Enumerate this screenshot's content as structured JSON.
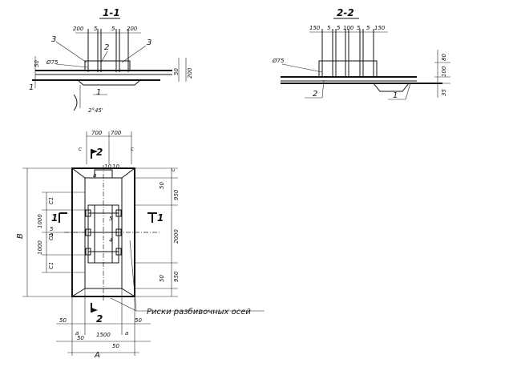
{
  "section_1": {
    "title": "1-1",
    "dims_top": [
      "200",
      "5",
      "5",
      "200"
    ],
    "callouts": [
      "3",
      "3",
      "2",
      "1"
    ],
    "diameter": "Ø75",
    "left_dim": "50",
    "left_mark": "1",
    "right_dims": [
      "50",
      "200"
    ],
    "slope": "2°45'"
  },
  "section_2": {
    "title": "2-2",
    "dims_top": [
      "150",
      "5",
      "5",
      "100",
      "5",
      "5",
      "150"
    ],
    "diameter": "Ø75",
    "right_dims": [
      "80",
      "100",
      "35"
    ],
    "callouts": [
      "2",
      "1"
    ]
  },
  "plan": {
    "top_dims": [
      "700",
      "700"
    ],
    "top_marks": [
      "c",
      "c",
      "2"
    ],
    "small_dims": [
      "10",
      "10"
    ],
    "left_labels": [
      "C1",
      "1000",
      "C1",
      "1000",
      "C1"
    ],
    "overall_label": "B",
    "section_marks": [
      "1",
      "1"
    ],
    "right_dims": [
      "50",
      "950",
      "2000",
      "950",
      "50"
    ],
    "right_top_mark": "c",
    "inner_numbers": [
      "5",
      "4"
    ],
    "side_small": [
      "5",
      "5"
    ],
    "bottom_dims": [
      "50",
      "50",
      "1500",
      "50",
      "50"
    ],
    "bottom_marks": [
      "a",
      "a",
      "2"
    ],
    "overall_bottom": "A",
    "note": "Риски разбивочных осей"
  }
}
